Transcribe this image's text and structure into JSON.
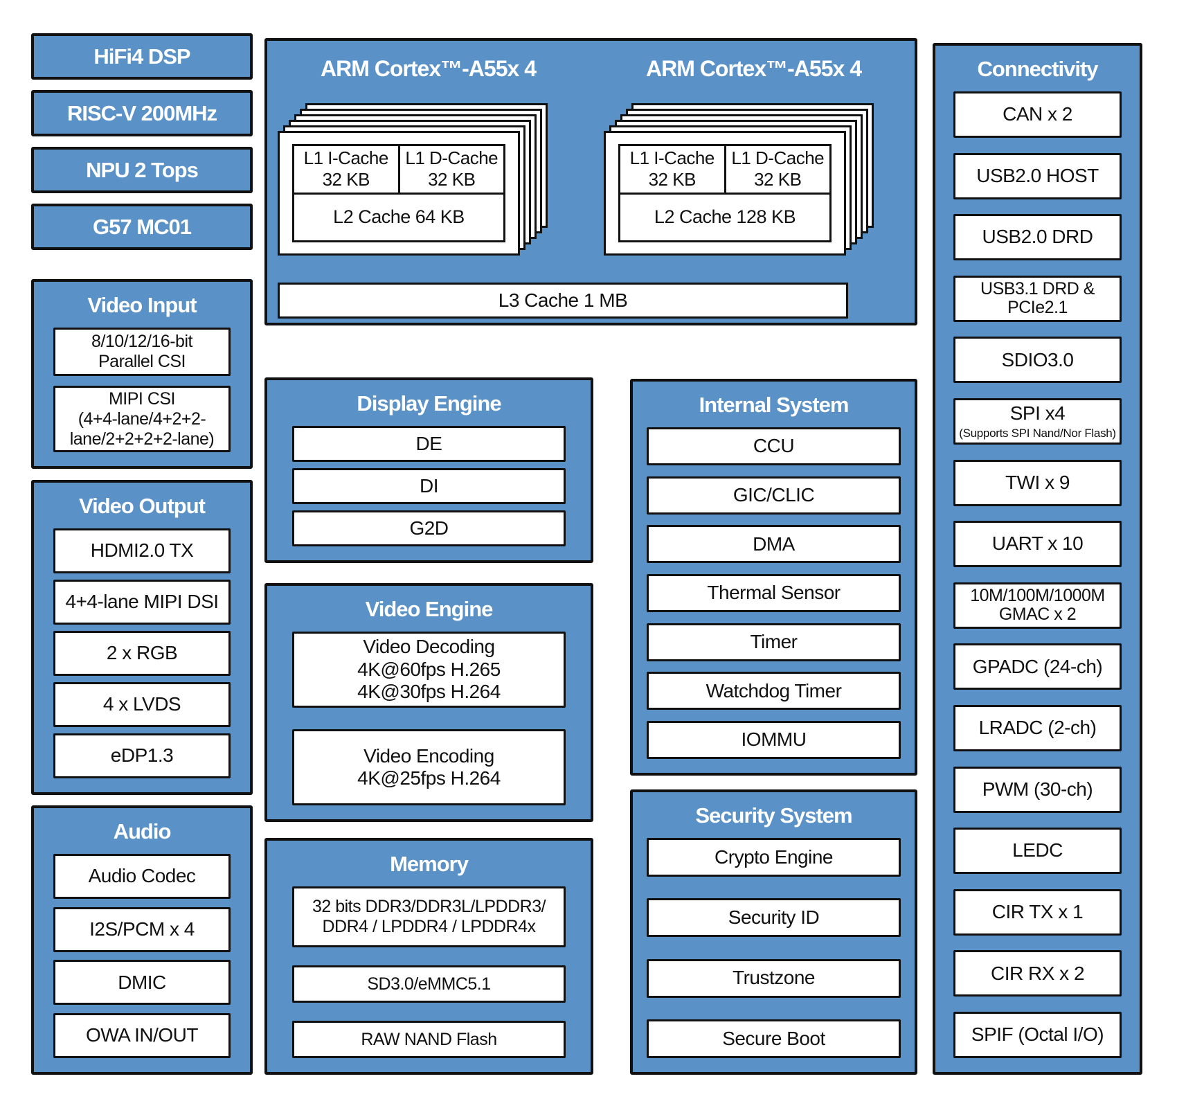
{
  "colors": {
    "block_blue": "#5a91c6",
    "border_black": "#111111",
    "box_white": "#ffffff"
  },
  "left_column": {
    "chips": [
      "HiFi4 DSP",
      "RISC-V 200MHz",
      "NPU 2 Tops",
      "G57 MC01"
    ],
    "video_input": {
      "title": "Video Input",
      "items": [
        "8/10/12/16-bit\nParallel CSI",
        "MIPI CSI\n(4+4-lane/4+2+2-\nlane/2+2+2+2-lane)"
      ]
    },
    "video_output": {
      "title": "Video Output",
      "items": [
        "HDMI2.0 TX",
        "4+4-lane MIPI DSI",
        "2 x RGB",
        "4 x LVDS",
        "eDP1.3"
      ]
    },
    "audio": {
      "title": "Audio",
      "items": [
        "Audio Codec",
        "I2S/PCM x 4",
        "DMIC",
        "OWA IN/OUT"
      ]
    }
  },
  "cpu_complex": {
    "clusters": [
      {
        "title": "ARM Cortex™-A55x 4",
        "l1_icache": "L1 I-Cache\n32 KB",
        "l1_dcache": "L1 D-Cache\n32 KB",
        "l2": "L2 Cache 64 KB"
      },
      {
        "title": "ARM Cortex™-A55x 4",
        "l1_icache": "L1 I-Cache\n32 KB",
        "l1_dcache": "L1 D-Cache\n32 KB",
        "l2": "L2 Cache 128 KB"
      }
    ],
    "l3": "L3 Cache 1 MB"
  },
  "display_engine": {
    "title": "Display Engine",
    "items": [
      "DE",
      "DI",
      "G2D"
    ]
  },
  "video_engine": {
    "title": "Video Engine",
    "items": [
      "Video Decoding\n4K@60fps H.265\n4K@30fps H.264",
      "Video Encoding\n4K@25fps H.264"
    ]
  },
  "memory": {
    "title": "Memory",
    "items": [
      "32 bits DDR3/DDR3L/LPDDR3/\nDDR4 / LPDDR4 / LPDDR4x",
      "SD3.0/eMMC5.1",
      "RAW NAND Flash"
    ]
  },
  "internal_system": {
    "title": "Internal System",
    "items": [
      "CCU",
      "GIC/CLIC",
      "DMA",
      "Thermal Sensor",
      "Timer",
      "Watchdog Timer",
      "IOMMU"
    ]
  },
  "security_system": {
    "title": "Security System",
    "items": [
      "Crypto Engine",
      "Security ID",
      "Trustzone",
      "Secure Boot"
    ]
  },
  "connectivity": {
    "title": "Connectivity",
    "items": [
      {
        "label": "CAN x 2"
      },
      {
        "label": "USB2.0 HOST"
      },
      {
        "label": "USB2.0 DRD"
      },
      {
        "label": "USB3.1 DRD &\nPCIe2.1"
      },
      {
        "label": "SDIO3.0"
      },
      {
        "label": "SPI x4",
        "sub": "(Supports SPI Nand/Nor Flash)"
      },
      {
        "label": "TWI x 9"
      },
      {
        "label": "UART x 10"
      },
      {
        "label": "10M/100M/1000M\nGMAC x 2"
      },
      {
        "label": "GPADC (24-ch)"
      },
      {
        "label": "LRADC (2-ch)"
      },
      {
        "label": "PWM (30-ch)"
      },
      {
        "label": "LEDC"
      },
      {
        "label": "CIR TX x 1"
      },
      {
        "label": "CIR RX x 2"
      },
      {
        "label": "SPIF (Octal I/O)"
      }
    ]
  }
}
